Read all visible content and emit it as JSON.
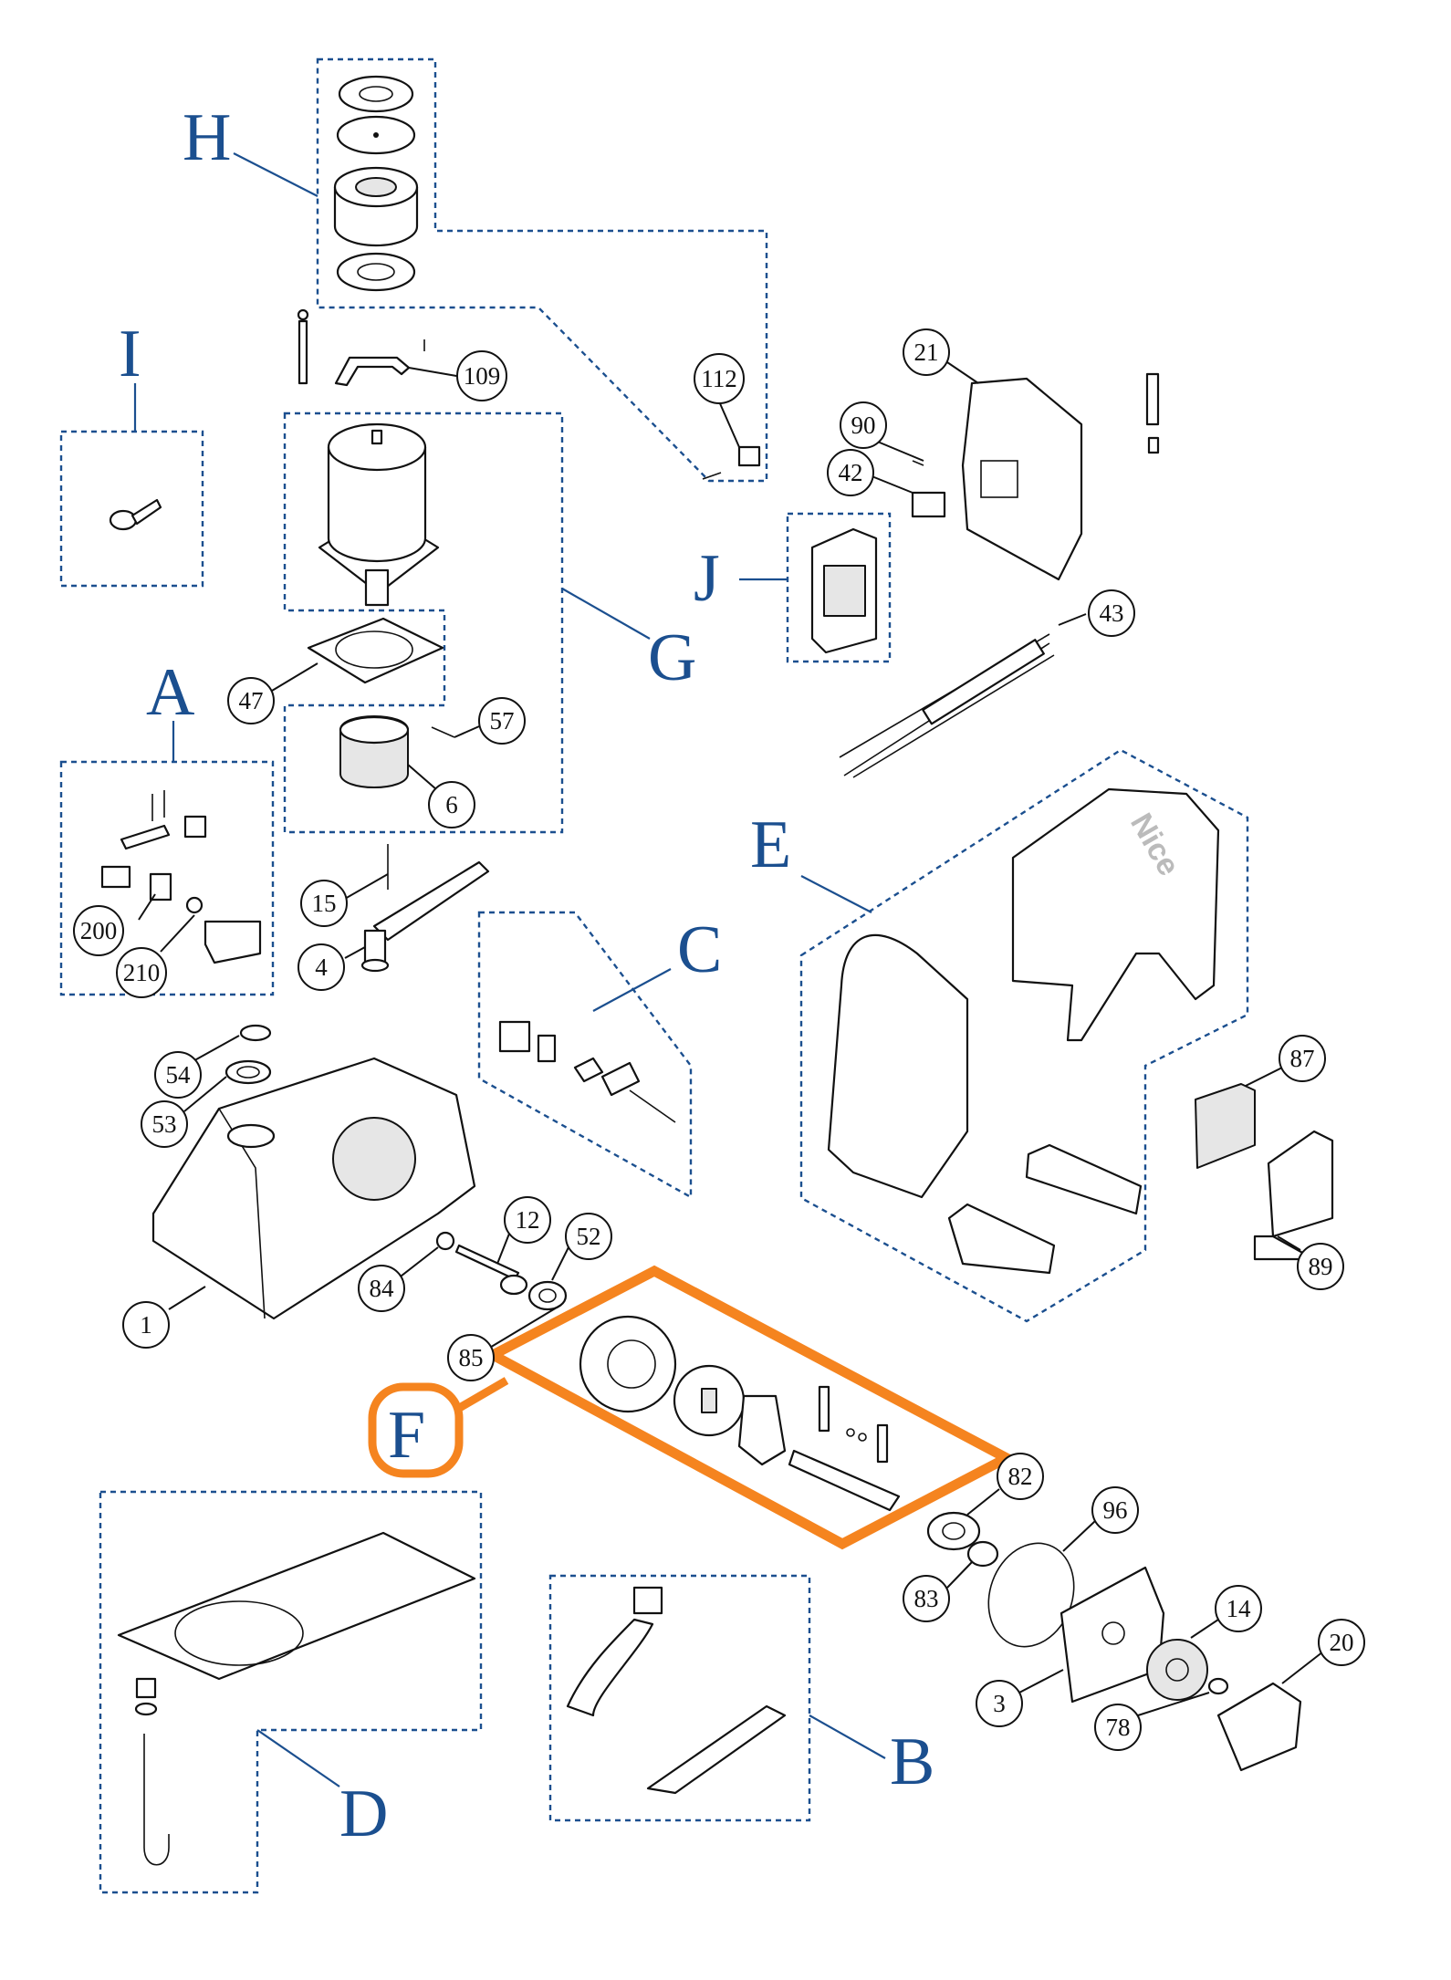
{
  "diagram": {
    "groups": [
      {
        "id": "H",
        "label": "H"
      },
      {
        "id": "I",
        "label": "I"
      },
      {
        "id": "A",
        "label": "A"
      },
      {
        "id": "G",
        "label": "G"
      },
      {
        "id": "J",
        "label": "J"
      },
      {
        "id": "C",
        "label": "C"
      },
      {
        "id": "E",
        "label": "E"
      },
      {
        "id": "F",
        "label": "F"
      },
      {
        "id": "D",
        "label": "D"
      },
      {
        "id": "B",
        "label": "B"
      }
    ],
    "callouts": [
      "109",
      "112",
      "21",
      "90",
      "42",
      "43",
      "47",
      "57",
      "6",
      "200",
      "210",
      "15",
      "4",
      "54",
      "53",
      "1",
      "12",
      "52",
      "84",
      "85",
      "87",
      "89",
      "82",
      "96",
      "83",
      "14",
      "3",
      "20",
      "78"
    ],
    "brand_text": "Nice",
    "colors": {
      "group_blue": "#1b4f8f",
      "highlight_orange": "#f5841f",
      "line": "#111111"
    }
  }
}
